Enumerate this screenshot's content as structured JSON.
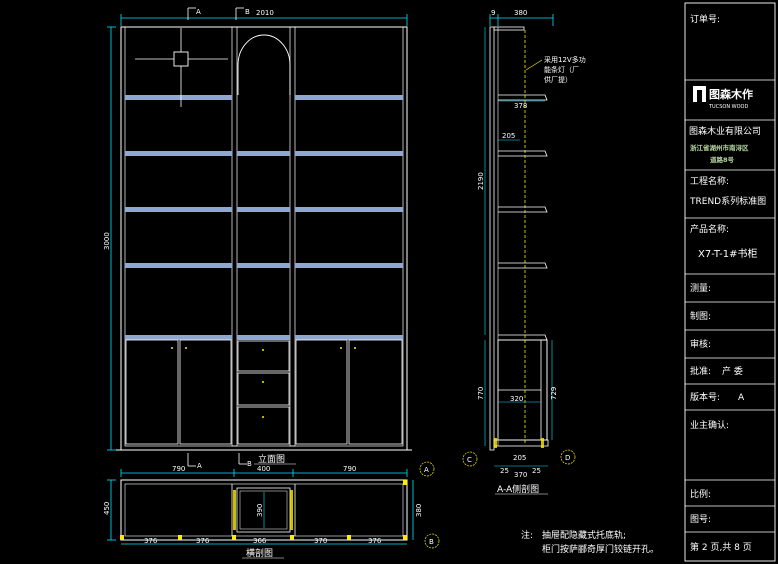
{
  "front_view": {
    "caption": "立面图",
    "section_mark_a": "A",
    "section_mark_b": "B",
    "overall_width": "2010",
    "overall_height": "3000"
  },
  "side_view": {
    "caption": "A-A侧剖图",
    "top_depth": "380",
    "top_offset": "9",
    "shelf_depth_top": "378",
    "shelf_depth_mid": "205",
    "upper_height": "2190",
    "lower_height": "770",
    "lower_shelf_depth": "320",
    "cabinet_height": "729",
    "bottom_depth": "370",
    "base_left": "25",
    "base_right": "25",
    "base_offset": "205",
    "side_callout_c": "C",
    "side_callout_d": "D",
    "light_note_line1": "采用12V多功",
    "light_note_line2": "能条灯（厂",
    "light_note_line3": "供厂提）"
  },
  "plan_view": {
    "caption": "横剖图",
    "width_left": "790",
    "width_mid": "400",
    "width_right": "790",
    "depth": "450",
    "depth_right": "380",
    "inner_depth": "390",
    "seg_1": "376",
    "seg_2": "376",
    "seg_3": "366",
    "seg_4": "370",
    "seg_5": "376",
    "callout_a": "A",
    "callout_b": "B"
  },
  "notes": {
    "prefix": "注:",
    "line1": "抽屉配隐藏式托底轨;",
    "line2": "柜门按萨郦奇厚门铰链开孔。"
  },
  "title_block": {
    "order_no_label": "订单号:",
    "logo_text": "图森木作",
    "logo_sub": "TUCSON WOOD",
    "company": "图森木业有限公司",
    "address_line1": "浙江省湖州市南浔区",
    "address_line2": "道路8号",
    "project_label": "工程名称:",
    "project_value": "TREND系列标准图",
    "product_label": "产品名称:",
    "product_value": "X7-T-1#书柜",
    "measure_label": "测量:",
    "draw_label": "制图:",
    "review_label": "审核:",
    "approve_label": "批准:",
    "approve_value": "产 委",
    "version_label": "版本号:",
    "version_value": "A",
    "owner_label": "业主确认:",
    "scale_label": "比例:",
    "drawing_no_label": "图号:",
    "page_label": "第 2 页,共 8  页"
  },
  "colors": {
    "background": "#000000",
    "line_white": "#ffffff",
    "dim_cyan": "#00e5ff",
    "shelf_blue": "#8fa8d0",
    "accent_yellow": "#ffee00",
    "label_green": "#b8d8a0"
  }
}
